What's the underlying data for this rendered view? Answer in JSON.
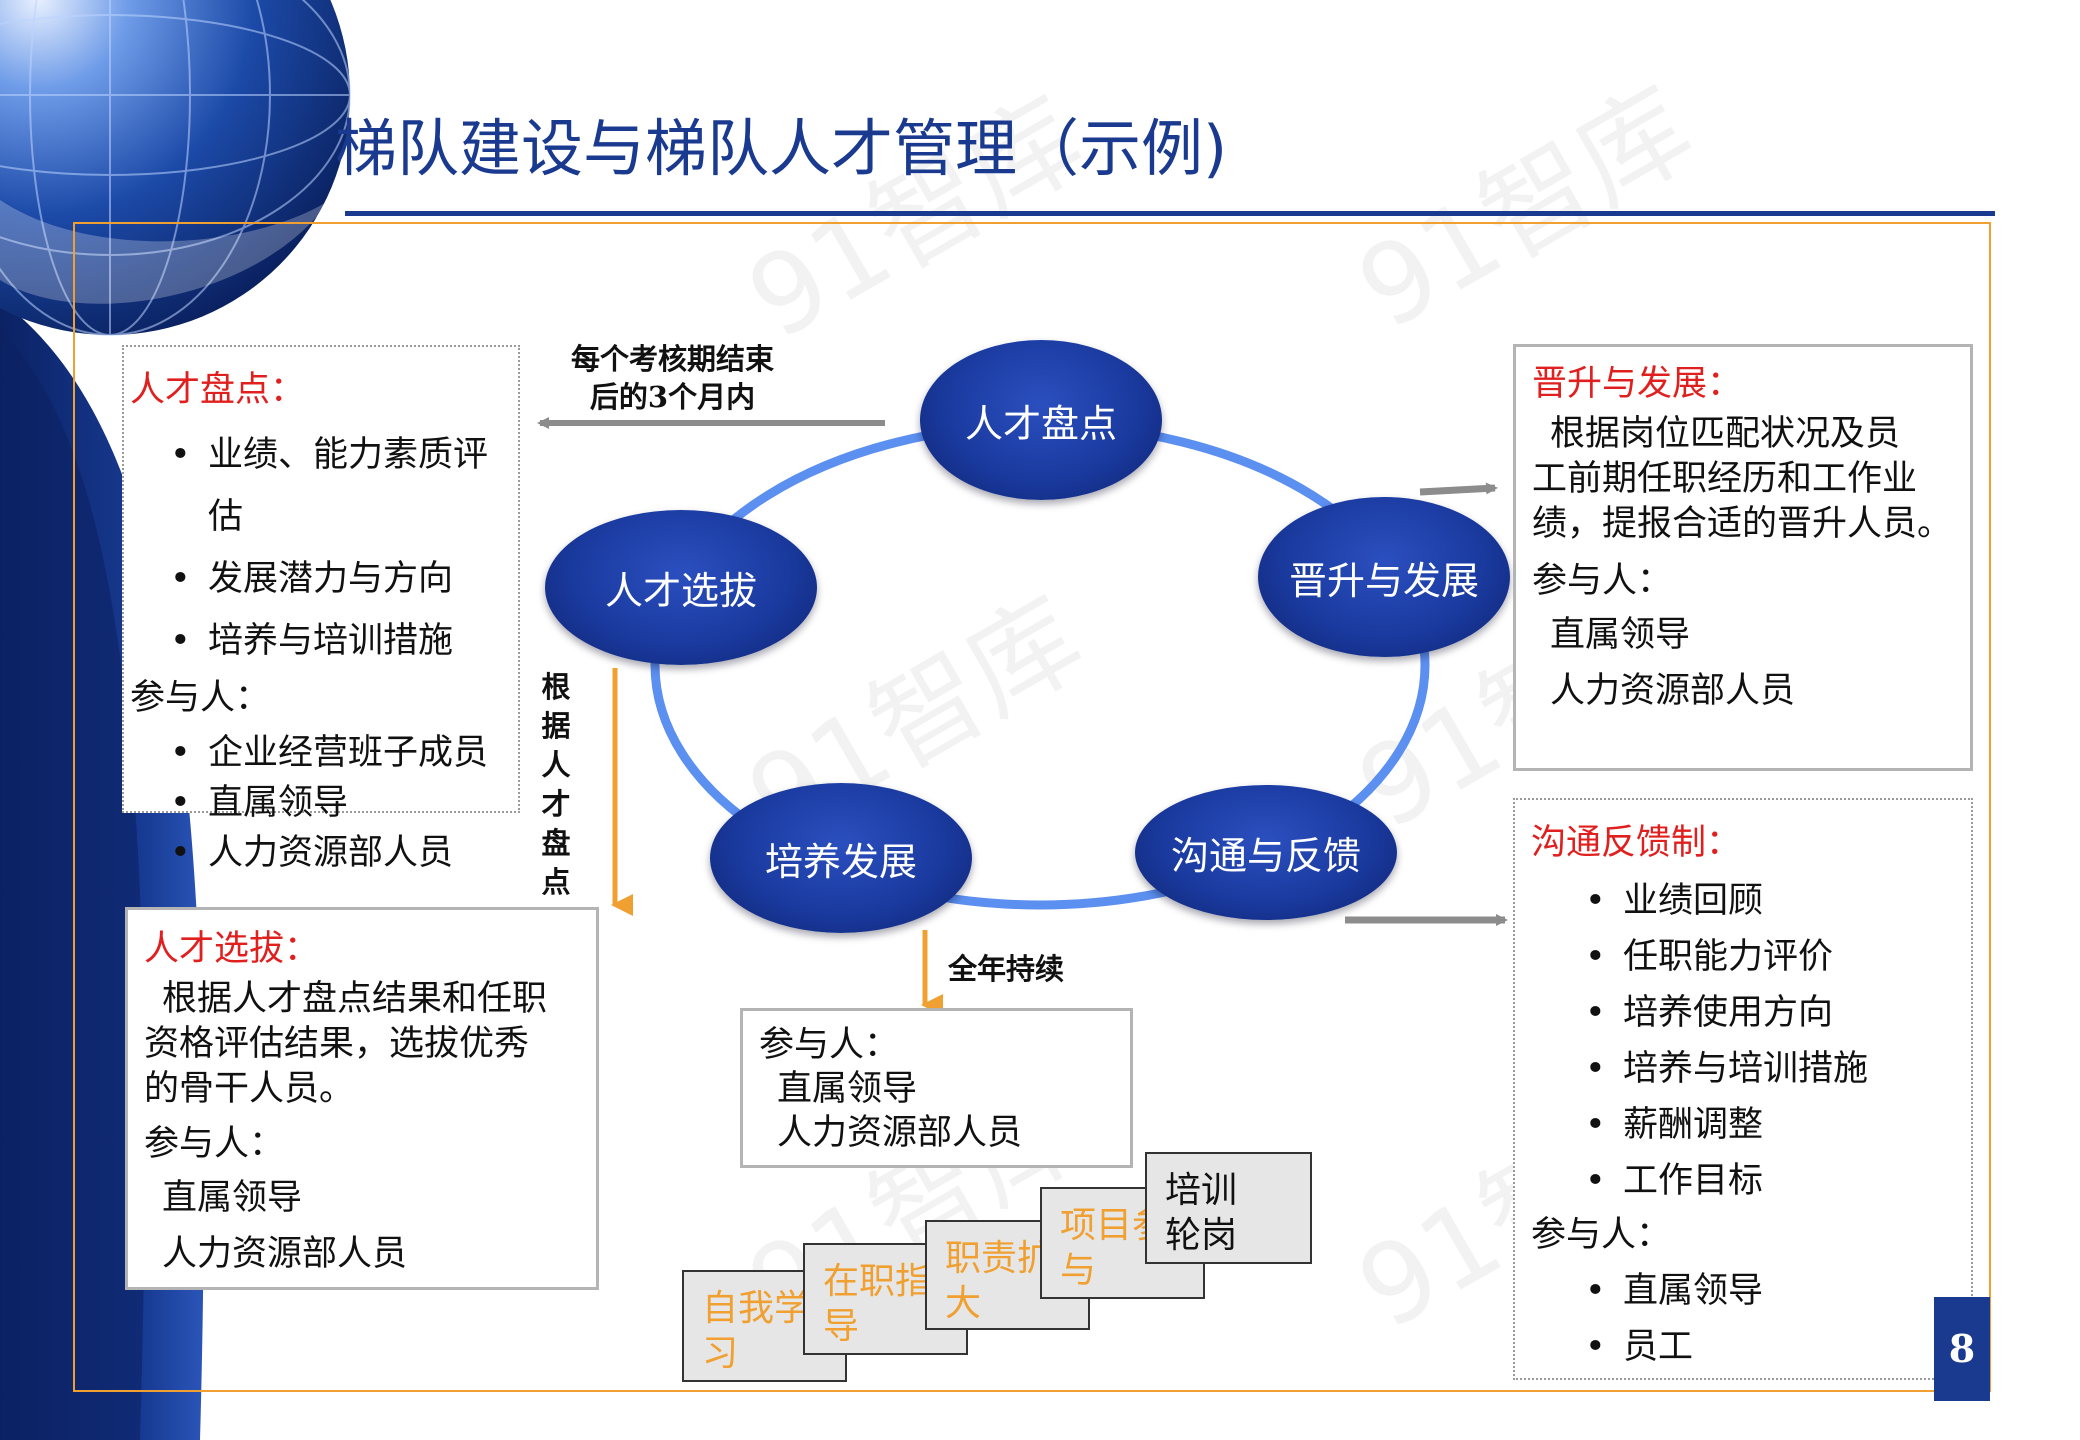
{
  "title": "梯队建设与梯队人才管理（示例)",
  "page_number": "8",
  "cycle": {
    "nodes": {
      "inventory": "人才盘点",
      "promotion": "晋升与发展",
      "communication": "沟通与反馈",
      "training": "培养发展",
      "selection": "人才选拔"
    },
    "notes": {
      "period_line1": "每个考核期结束",
      "period_line2": "后的3个月内",
      "based_on": [
        "根",
        "据",
        "人",
        "才",
        "盘",
        "点"
      ],
      "year_round": "全年持续"
    }
  },
  "inventory_box": {
    "heading": "人才盘点：",
    "items": [
      "业绩、能力素质评估",
      "发展潜力与方向",
      "培养与培训措施"
    ],
    "participants_label": "参与人：",
    "participants": [
      "企业经营班子成员",
      "直属领导",
      "人力资源部人员"
    ]
  },
  "selection_box": {
    "heading": "人才选拔：",
    "body_lines": [
      "根据人才盘点结果和任职",
      "资格评估结果，选拔优秀",
      "的骨干人员。"
    ],
    "participants_label": "参与人：",
    "participants": [
      "直属领导",
      "人力资源部人员"
    ]
  },
  "training_box": {
    "participants_label": "参与人：",
    "participants": [
      "直属领导",
      "人力资源部人员"
    ]
  },
  "promotion_box": {
    "heading": "晋升与发展：",
    "body_lines": [
      "根据岗位匹配状况及员",
      "工前期任职经历和工作业",
      "绩，提报合适的晋升人员。"
    ],
    "participants_label": "参与人：",
    "participants": [
      "直属领导",
      "人力资源部人员"
    ]
  },
  "communication_box": {
    "heading": "沟通反馈制：",
    "items": [
      "业绩回顾",
      "任职能力评价",
      "培养使用方向",
      "培养与培训措施",
      "薪酬调整",
      "工作目标"
    ],
    "participants_label": "参与人：",
    "participants": [
      "直属领导",
      "员工"
    ]
  },
  "cards": [
    {
      "line1": "自我学",
      "line2": "习"
    },
    {
      "line1": "在职指",
      "line2": "导"
    },
    {
      "line1": "职责扩",
      "line2": "大"
    },
    {
      "line1": "项目参",
      "line2": "与"
    },
    {
      "line1": "培训",
      "line2": "轮岗"
    }
  ],
  "watermark": "91智库",
  "colors": {
    "title": "#1a3a8f",
    "accent": "#f0a030",
    "heading": "#e0201f",
    "ring": "#5b8ff0",
    "node": "#1a3a9f"
  }
}
